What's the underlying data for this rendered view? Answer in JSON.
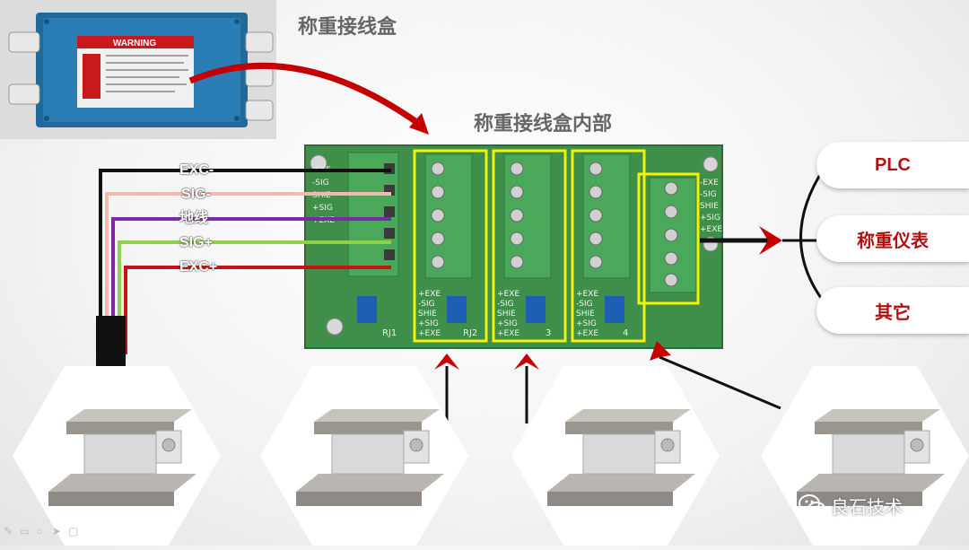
{
  "titles": {
    "junction_box": "称重接线盒",
    "junction_box_inside": "称重接线盒内部"
  },
  "photo": {
    "warning_label": "WARNING"
  },
  "wires": [
    {
      "label": "EXC-",
      "color": "#111111"
    },
    {
      "label": "SIG-",
      "color": "#f5b8b0"
    },
    {
      "label": "地线",
      "color": "#7a2aa8"
    },
    {
      "label": "SIG+",
      "color": "#8fd14f"
    },
    {
      "label": "EXC+",
      "color": "#c41414"
    }
  ],
  "board": {
    "input_labels": [
      "-EXE",
      "-SIG",
      "SHIE",
      "+SIG",
      "+EXE"
    ],
    "channel_labels": [
      "+EXE",
      "-SIG",
      "SHIE",
      "+SIG",
      "+EXE"
    ],
    "channel_ids": [
      "RJ1",
      "RJ2",
      "3",
      "4"
    ],
    "output_labels": [
      "-EXE",
      "-SIG",
      "SHIE",
      "+SIG",
      "+EXE"
    ]
  },
  "outputs": [
    {
      "label": "PLC"
    },
    {
      "label": "称重仪表"
    },
    {
      "label": "其它"
    }
  ],
  "watermark": {
    "text": "良石技术"
  },
  "colors": {
    "board_green": "#3f8f4a",
    "terminal_green": "#4aa85a",
    "highlight_yellow": "#f2f20a",
    "arrow_red": "#c40000",
    "pill_text_red": "#b01212"
  }
}
